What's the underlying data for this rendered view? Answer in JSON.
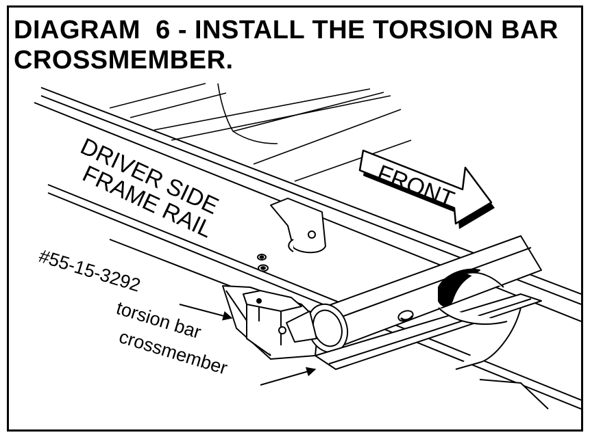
{
  "title": {
    "line1": "DIAGRAM  6 - INSTALL THE TORSION BAR",
    "line2": "CROSSMEMBER."
  },
  "labels": {
    "rail_line1": "DRIVER SIDE",
    "rail_line2": "FRAME RAIL",
    "front": "FRONT",
    "part_number": "#55-15-3292",
    "part_line1": "torsion bar",
    "part_line2": "crossmember"
  },
  "colors": {
    "ink": "#000000",
    "paper": "#ffffff"
  },
  "icons": [
    "front-arrow-icon",
    "pointer-arrow-icon"
  ]
}
